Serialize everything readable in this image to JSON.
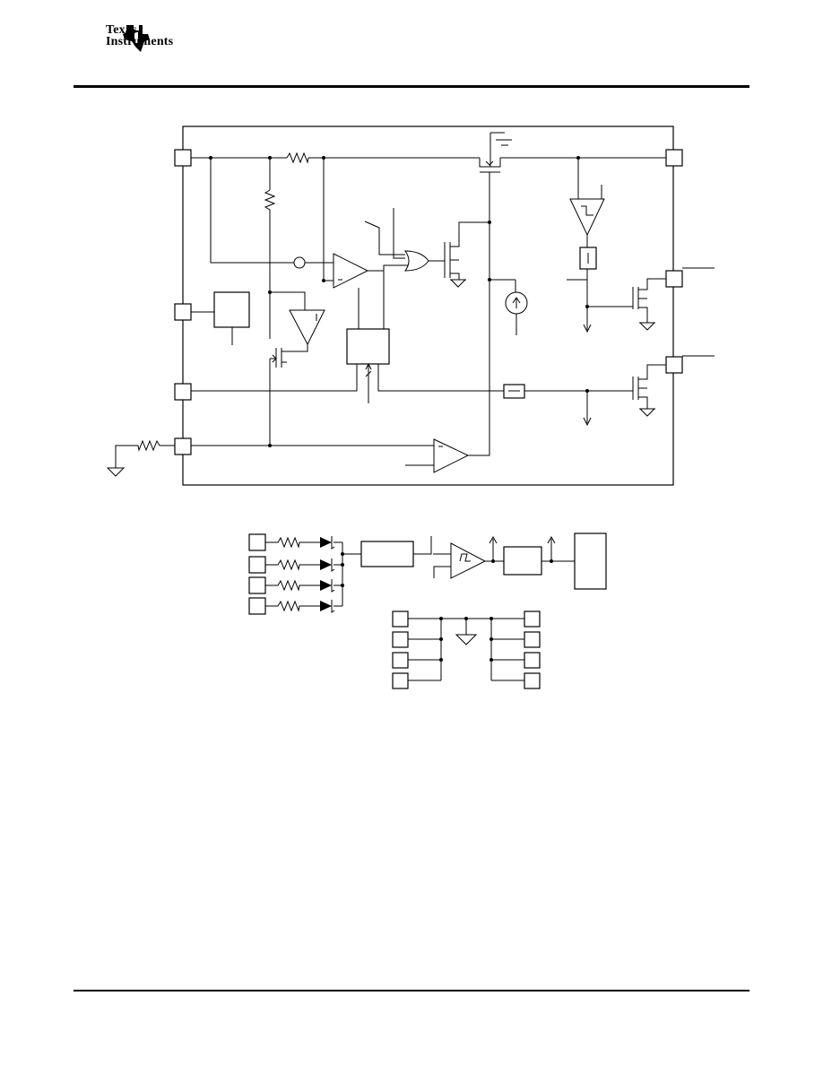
{
  "header": {
    "logo_line1": "Texas",
    "logo_line2": "Instruments",
    "logo_icon": "ti-state-logo-icon"
  },
  "diagrams": [
    {
      "name": "functional-block-diagram"
    },
    {
      "name": "esd-protection-diagram"
    }
  ],
  "colors": {
    "ink": "#000000",
    "paper": "#ffffff"
  }
}
